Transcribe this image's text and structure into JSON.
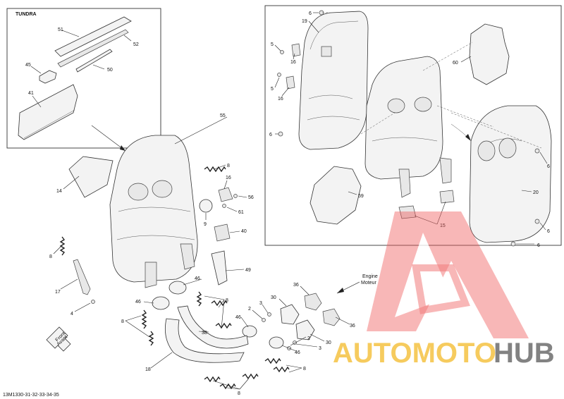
{
  "inset": {
    "title": "TUNDRA"
  },
  "engine_label": {
    "line1": "Engine",
    "line2": "Moteur"
  },
  "front_label": {
    "line1": "Front",
    "line2": "Avant"
  },
  "footer": {
    "code": "13M1330-31-32-33-34-35"
  },
  "watermark": {
    "part1": "AUTOMOTO",
    "part2": "HUB"
  },
  "callouts": [
    {
      "id": "51",
      "text": "51"
    },
    {
      "id": "52",
      "text": "52"
    },
    {
      "id": "45",
      "text": "45"
    },
    {
      "id": "50",
      "text": "50"
    },
    {
      "id": "41",
      "text": "41"
    },
    {
      "id": "55",
      "text": "55"
    },
    {
      "id": "14",
      "text": "14"
    },
    {
      "id": "8a",
      "text": "8"
    },
    {
      "id": "16a",
      "text": "16"
    },
    {
      "id": "56",
      "text": "56"
    },
    {
      "id": "61",
      "text": "61"
    },
    {
      "id": "9",
      "text": "9"
    },
    {
      "id": "40",
      "text": "40"
    },
    {
      "id": "8b",
      "text": "8"
    },
    {
      "id": "49",
      "text": "49"
    },
    {
      "id": "17",
      "text": "17"
    },
    {
      "id": "4",
      "text": "4"
    },
    {
      "id": "46a",
      "text": "46"
    },
    {
      "id": "46b",
      "text": "46"
    },
    {
      "id": "8c",
      "text": "8"
    },
    {
      "id": "8d",
      "text": "8"
    },
    {
      "id": "38",
      "text": "38"
    },
    {
      "id": "46c",
      "text": "46"
    },
    {
      "id": "3a",
      "text": "3"
    },
    {
      "id": "2a",
      "text": "2"
    },
    {
      "id": "30a",
      "text": "30"
    },
    {
      "id": "36a",
      "text": "36"
    },
    {
      "id": "36b",
      "text": "36"
    },
    {
      "id": "30b",
      "text": "30"
    },
    {
      "id": "2b",
      "text": "2"
    },
    {
      "id": "3b",
      "text": "3"
    },
    {
      "id": "46d",
      "text": "46"
    },
    {
      "id": "18",
      "text": "18"
    },
    {
      "id": "8e",
      "text": "8"
    },
    {
      "id": "8f",
      "text": "8"
    },
    {
      "id": "6a",
      "text": "6"
    },
    {
      "id": "19",
      "text": "19"
    },
    {
      "id": "5a",
      "text": "5"
    },
    {
      "id": "16b",
      "text": "16"
    },
    {
      "id": "5b",
      "text": "5"
    },
    {
      "id": "16c",
      "text": "16"
    },
    {
      "id": "6b",
      "text": "6"
    },
    {
      "id": "60",
      "text": "60"
    },
    {
      "id": "6c",
      "text": "6"
    },
    {
      "id": "20",
      "text": "20"
    },
    {
      "id": "59",
      "text": "59"
    },
    {
      "id": "15",
      "text": "15"
    },
    {
      "id": "6d",
      "text": "6"
    },
    {
      "id": "6e",
      "text": "6"
    }
  ],
  "colors": {
    "line": "#222222",
    "watermark_red": "#ef5b5b",
    "watermark_gold": "#f5c242",
    "watermark_grey": "#6d6d6d"
  }
}
